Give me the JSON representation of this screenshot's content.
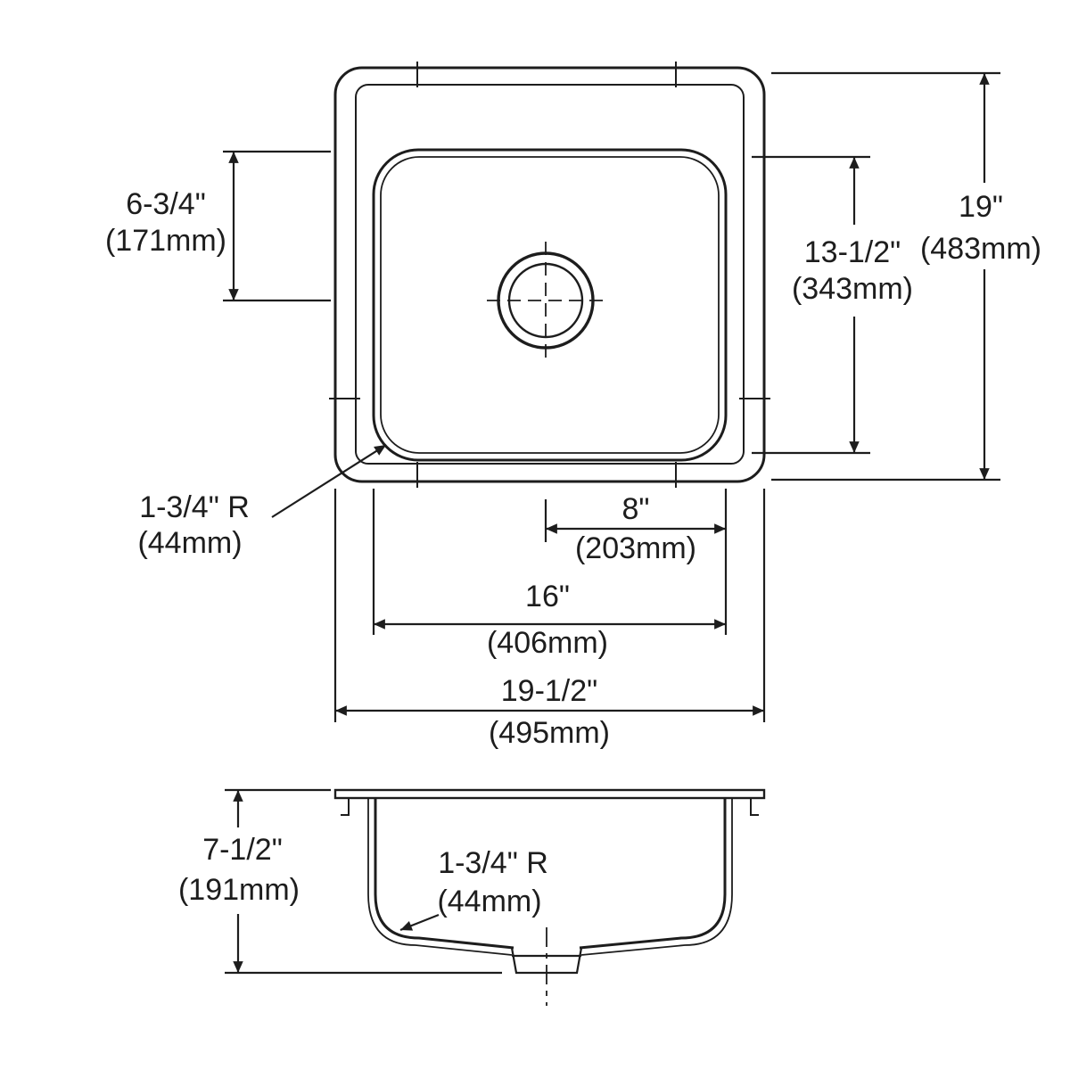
{
  "page": {
    "background_color": "#ffffff",
    "line_color": "#1d1d1d",
    "drawing_type": "sink dimension drawing, top view and side section view"
  },
  "top_view": {
    "dims": {
      "rim_to_drain": {
        "in": "6-3/4\"",
        "mm": "(171mm)"
      },
      "overall_front_back": {
        "in": "19\"",
        "mm": "(483mm)"
      },
      "bowl_front_back": {
        "in": "13-1/2\"",
        "mm": "(343mm)"
      },
      "corner_radius": {
        "in": "1-3/4\" R",
        "mm": "(44mm)"
      },
      "drain_to_edge": {
        "in": "8\"",
        "mm": "(203mm)"
      },
      "bowl_width": {
        "in": "16\"",
        "mm": "(406mm)"
      },
      "overall_width": {
        "in": "19-1/2\"",
        "mm": "(495mm)"
      }
    }
  },
  "side_view": {
    "dims": {
      "overall_depth": {
        "in": "7-1/2\"",
        "mm": "(191mm)"
      },
      "bottom_radius": {
        "in": "1-3/4\" R",
        "mm": "(44mm)"
      }
    }
  }
}
